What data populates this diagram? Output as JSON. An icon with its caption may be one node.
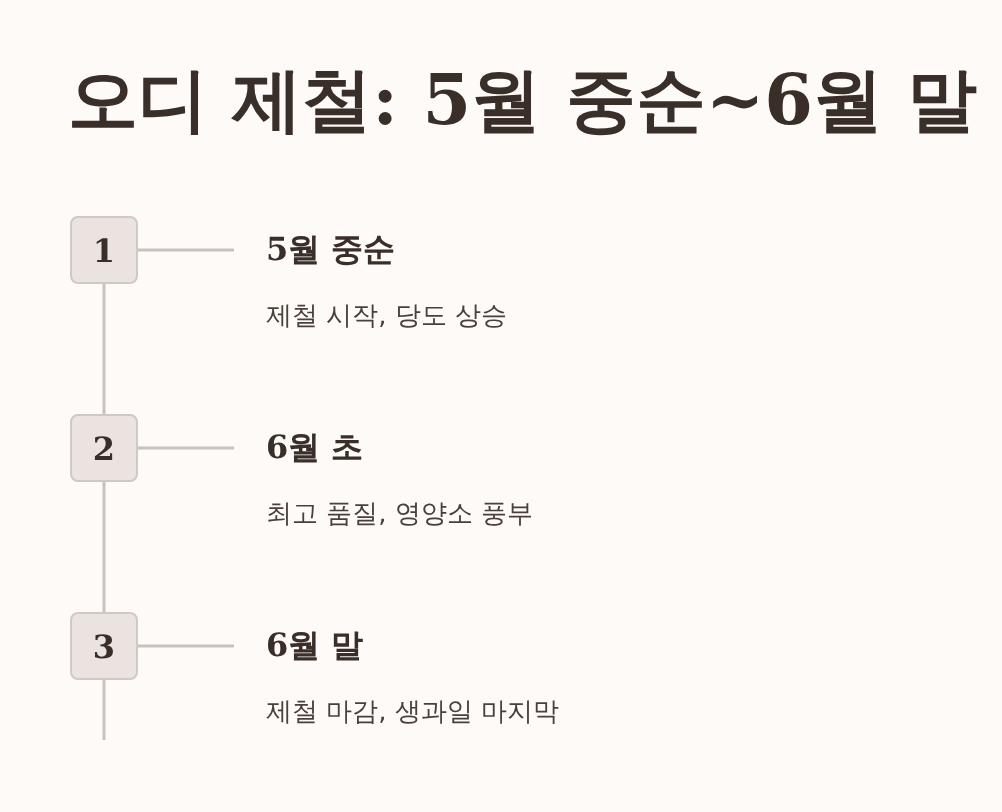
{
  "diagram": {
    "title": "오디 제철: 5월 중순~6월 말",
    "nodes": [
      {
        "text": [
          "1"
        ]
      },
      {
        "text": [
          "5월 중순",
          "제철 시작, 당도 상승"
        ]
      },
      {
        "text": [
          "2"
        ]
      },
      {
        "text": [
          "6월 초",
          "최고 품질, 영양소 풍부"
        ]
      },
      {
        "text": [
          "3"
        ]
      },
      {
        "text": [
          "6월 말",
          "제철 마감, 생과일 마지막"
        ]
      }
    ],
    "edges": [
      {
        "from": 0,
        "to": 1,
        "arrow": "none"
      },
      {
        "from": 0,
        "to": 2,
        "arrow": "none"
      },
      {
        "from": 2,
        "to": 3,
        "arrow": "none"
      },
      {
        "from": 2,
        "to": 4,
        "arrow": "none"
      },
      {
        "from": 4,
        "to": 5,
        "arrow": "none"
      },
      {
        "from": 4,
        "to": null,
        "arrow": "none"
      }
    ]
  }
}
